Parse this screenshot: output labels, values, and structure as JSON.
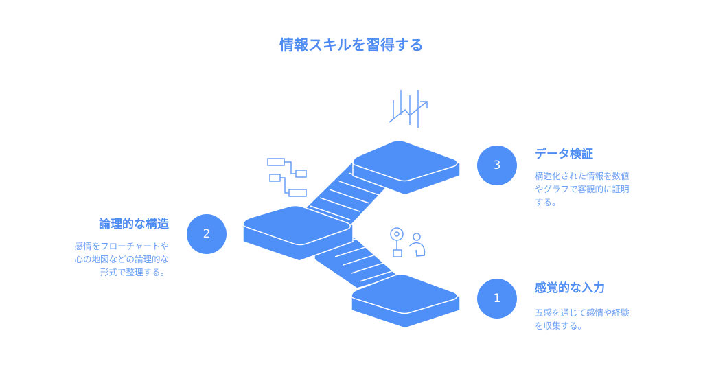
{
  "title": "情報スキルを習得する",
  "colors": {
    "accent": "#4f8ff8",
    "title": "#4e8cf2",
    "desc": "#6a9ff5"
  },
  "steps": [
    {
      "number": "1",
      "heading": "感覚的な入力",
      "desc_lines": [
        "五感を通じて感情や経験",
        "を収集する。"
      ],
      "icon": "flower-person-icon"
    },
    {
      "number": "2",
      "heading": "論理的な構造",
      "desc_lines": [
        "感情をフローチャートや",
        "心の地図などの論理的な",
        "形式で整理する。"
      ],
      "icon": "flowchart-icon"
    },
    {
      "number": "3",
      "heading": "データ検証",
      "desc_lines": [
        "構造化された情報を数値",
        "やグラフで客観的に証明",
        "する。"
      ],
      "icon": "chart-trend-icon"
    }
  ]
}
